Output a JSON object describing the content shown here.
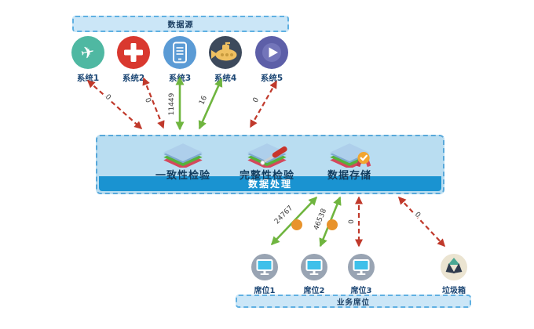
{
  "source_group": {
    "title": "数据源",
    "systems": [
      {
        "label": "系统1",
        "icon": "plane-icon",
        "color": "#4fb8a2"
      },
      {
        "label": "系统2",
        "icon": "plus-icon",
        "color": "#d9382f"
      },
      {
        "label": "系统3",
        "icon": "smartphone-icon",
        "color": "#5b9bd5"
      },
      {
        "label": "系统4",
        "icon": "submarine-icon",
        "color": "#3d4a5c"
      },
      {
        "label": "系统5",
        "icon": "play-icon",
        "color": "#5d5fa8"
      }
    ]
  },
  "processing_group": {
    "title": "数据处理",
    "modules": [
      {
        "label": "一致性检验",
        "icon": "layers-icon"
      },
      {
        "label": "完整性检验",
        "icon": "layers-tool-icon"
      },
      {
        "label": "数据存储",
        "icon": "layers-badge-icon"
      }
    ]
  },
  "seats_group": {
    "title": "业务席位",
    "seats": [
      {
        "label": "席位1",
        "icon": "monitor-icon"
      },
      {
        "label": "席位2",
        "icon": "monitor-icon"
      },
      {
        "label": "席位3",
        "icon": "monitor-icon"
      },
      {
        "label": "垃圾箱",
        "icon": "recycle-icon"
      }
    ]
  },
  "flows": {
    "top": [
      {
        "from": "系统1",
        "value": "0",
        "status": "inactive"
      },
      {
        "from": "系统2",
        "value": "0",
        "status": "inactive"
      },
      {
        "from": "系统3",
        "value": "11449",
        "status": "active"
      },
      {
        "from": "系统4",
        "value": "16",
        "status": "active"
      },
      {
        "from": "系统5",
        "value": "0",
        "status": "inactive"
      }
    ],
    "bottom": [
      {
        "to": "席位1",
        "value": "24767",
        "status": "active"
      },
      {
        "to": "席位2",
        "value": "46538",
        "status": "active"
      },
      {
        "to": "席位3",
        "value": "0",
        "status": "inactive"
      },
      {
        "to": "垃圾箱",
        "value": "0",
        "status": "inactive"
      }
    ]
  },
  "colors": {
    "active_flow": "#6fb53f",
    "inactive_flow": "#c0392b",
    "flow_marker_dot": "#e8932c",
    "box_fill": "#cbe6f7",
    "box_border": "#5fb0e2",
    "processing_bar": "#1a93d1",
    "label_text": "#1b4674"
  }
}
